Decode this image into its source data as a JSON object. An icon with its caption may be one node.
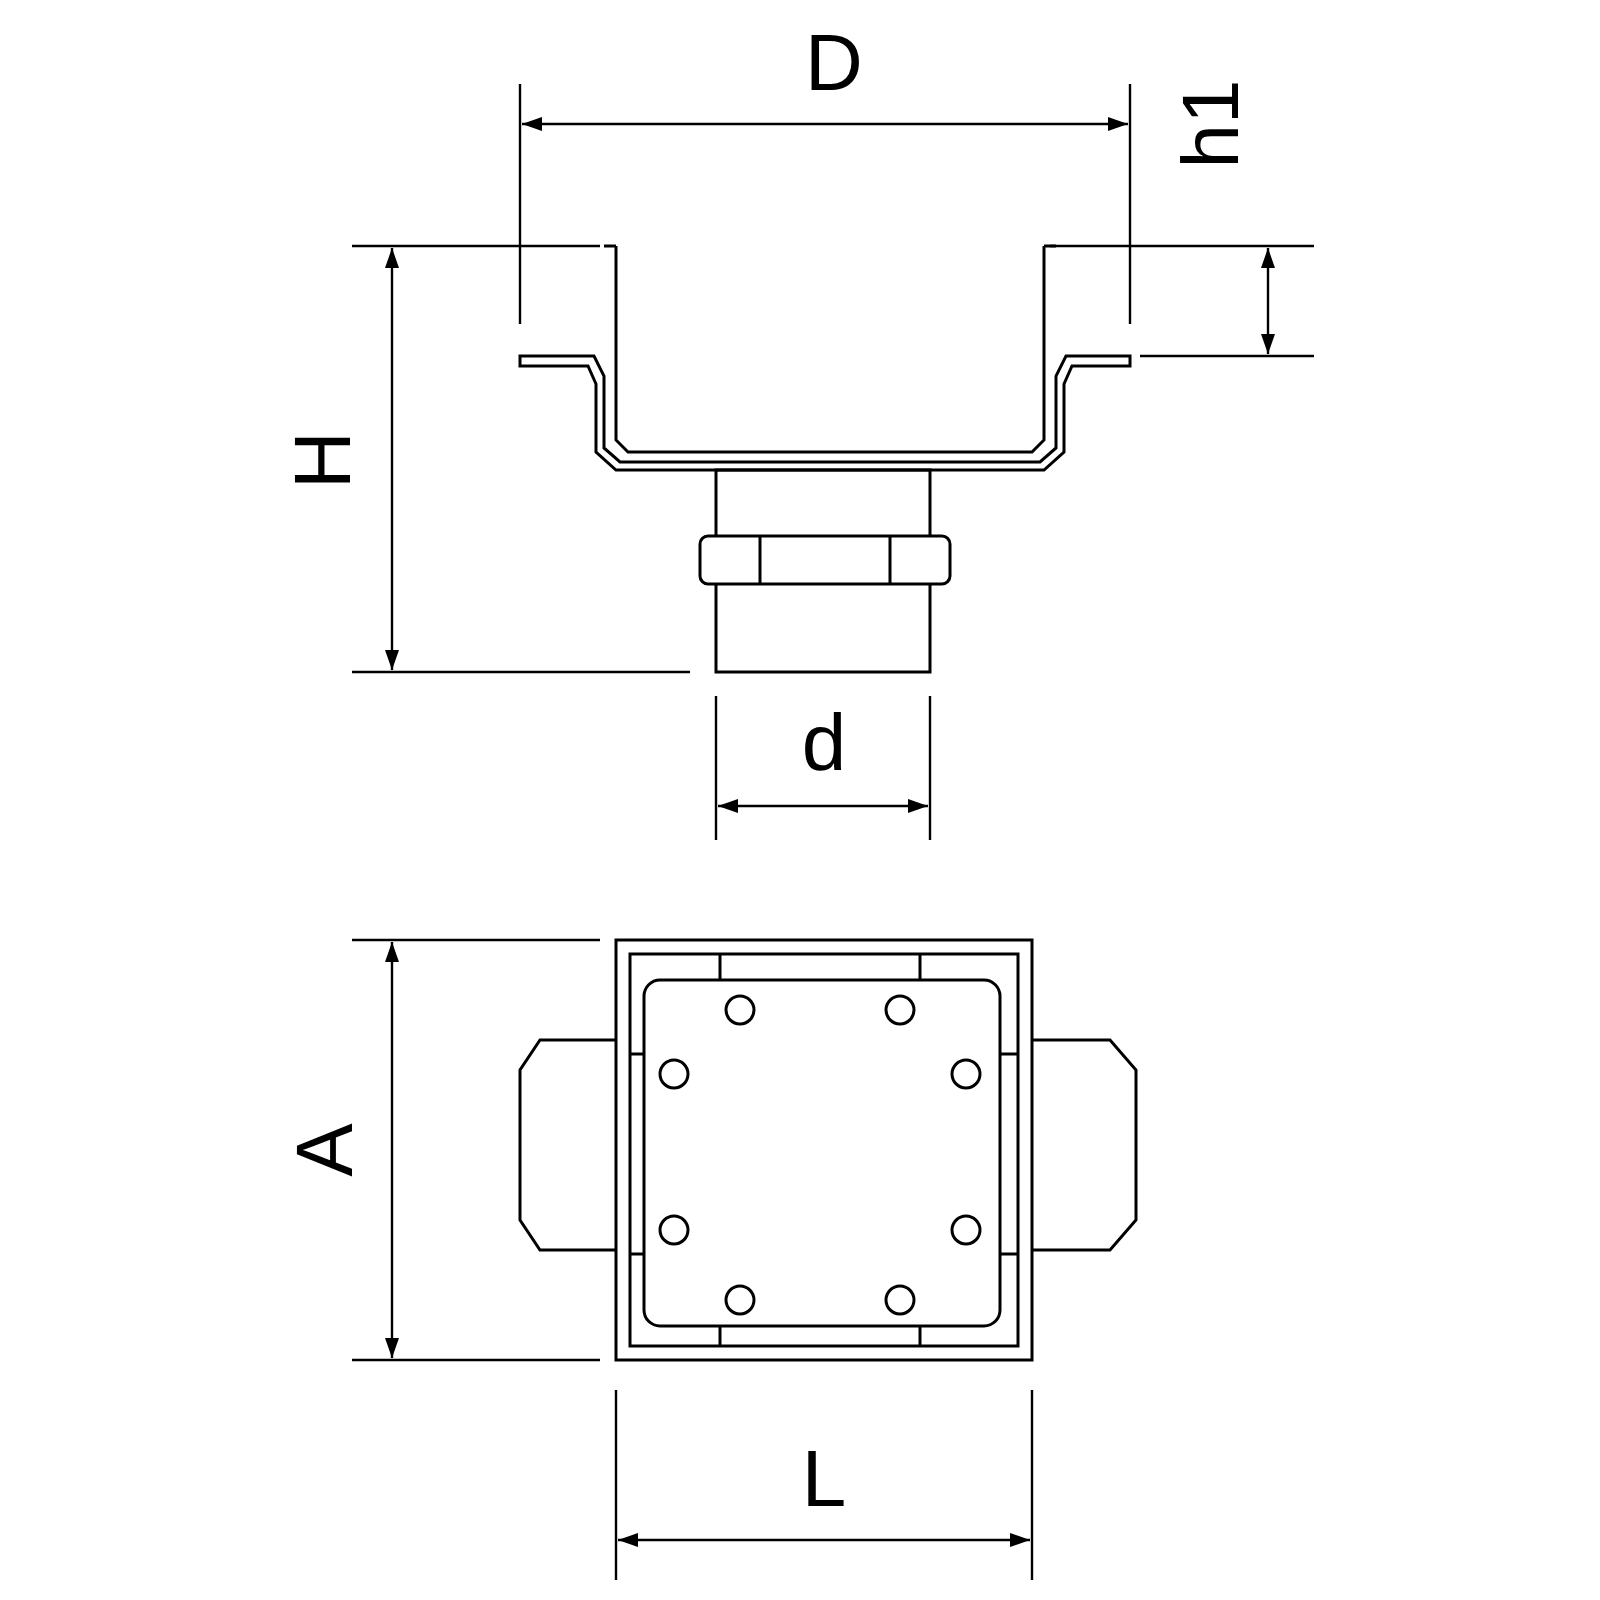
{
  "diagram": {
    "labels": [
      "D",
      "h1",
      "H",
      "d",
      "A",
      "L"
    ]
  }
}
